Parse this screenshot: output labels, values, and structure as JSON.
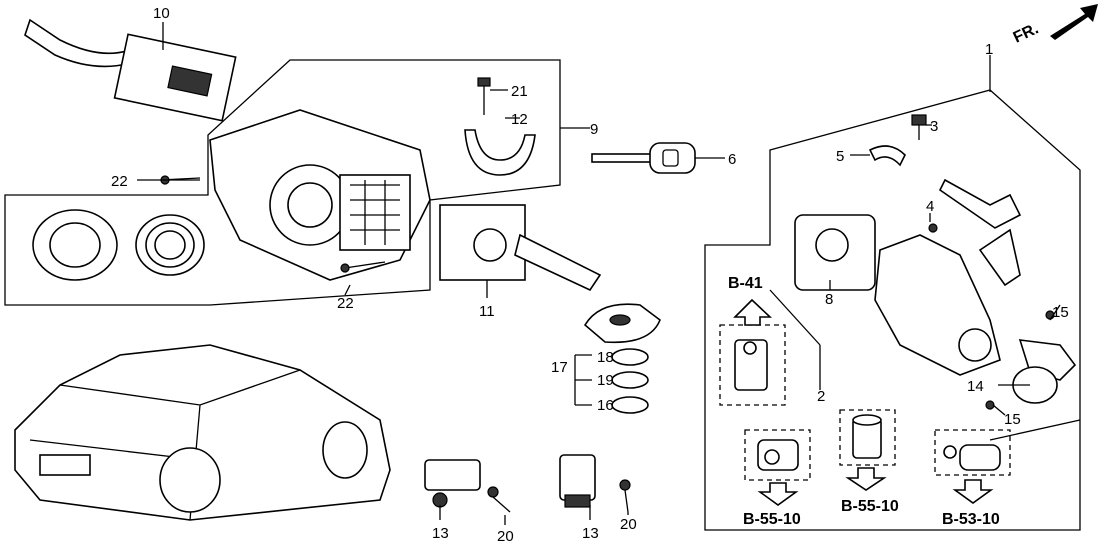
{
  "diagram": {
    "direction_marker": "FR.",
    "part_numbers": {
      "p1": "1",
      "p2": "2",
      "p3": "3",
      "p4": "4",
      "p5": "5",
      "p6": "6",
      "p8": "8",
      "p9": "9",
      "p10": "10",
      "p11": "11",
      "p12": "12",
      "p13a": "13",
      "p13b": "13",
      "p14": "14",
      "p15a": "15",
      "p15b": "15",
      "p16": "16",
      "p17": "17",
      "p18": "18",
      "p19": "19",
      "p20a": "20",
      "p20b": "20",
      "p21": "21",
      "p22a": "22",
      "p22b": "22"
    },
    "references": {
      "b41": "B-41",
      "b5510a": "B-55-10",
      "b5510b": "B-55-10",
      "b5310": "B-53-10"
    }
  }
}
